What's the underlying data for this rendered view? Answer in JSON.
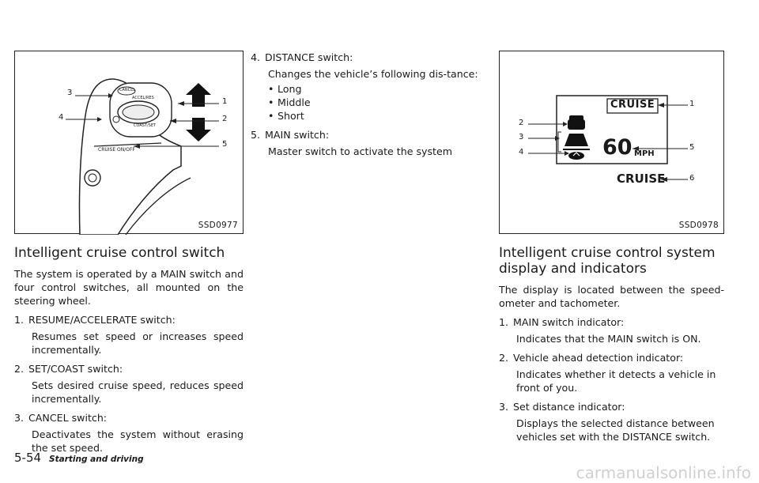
{
  "figure1": {
    "code": "SSD0977",
    "callouts": [
      "3",
      "4",
      "1",
      "2",
      "5"
    ],
    "labels": {
      "cancel": "CANCEL",
      "accel_res": "ACCEL/RES",
      "coast_set": "COAST/SET",
      "cruise_on_off": "CRUISE ON/OFF"
    }
  },
  "section1": {
    "title": "Intelligent cruise control switch",
    "intro": "The system is operated by a MAIN switch and four control switches, all mounted on the steering wheel.",
    "items": [
      {
        "num": "1.",
        "label": "RESUME/ACCELERATE switch:",
        "desc": "Resumes set speed or increases speed incrementally."
      },
      {
        "num": "2.",
        "label": "SET/COAST switch:",
        "desc": "Sets desired cruise speed, reduces speed incrementally."
      },
      {
        "num": "3.",
        "label": "CANCEL switch:",
        "desc": "Deactivates the system without erasing the set speed."
      },
      {
        "num": "4.",
        "label": "DISTANCE switch:",
        "desc": "Changes the vehicle’s following dis-tance:"
      },
      {
        "num": "5.",
        "label": "MAIN switch:",
        "desc": "Master switch to activate the system"
      }
    ],
    "distance_options": [
      "Long",
      "Middle",
      "Short"
    ]
  },
  "figure2": {
    "code": "SSD0978",
    "callouts": [
      "1",
      "2",
      "3",
      "4",
      "5",
      "6"
    ],
    "cruise_box_label": "CRUISE",
    "speed": "60",
    "unit": "MPH",
    "cruise_text": "CRUISE"
  },
  "section2": {
    "title_line1": "Intelligent cruise control system",
    "title_line2": "display and indicators",
    "intro": "The display is located between the speed-ometer and tachometer.",
    "items": [
      {
        "num": "1.",
        "label": "MAIN switch indicator:",
        "desc": "Indicates that the MAIN switch is ON."
      },
      {
        "num": "2.",
        "label": "Vehicle ahead detection indicator:",
        "desc": "Indicates whether it detects a vehicle in front of you."
      },
      {
        "num": "3.",
        "label": "Set distance indicator:",
        "desc": "Displays the selected distance between vehicles set with the DISTANCE switch."
      }
    ]
  },
  "footer": {
    "page_number": "5-54",
    "section_name": "Starting and driving",
    "watermark": "carmanualsonline.info"
  }
}
